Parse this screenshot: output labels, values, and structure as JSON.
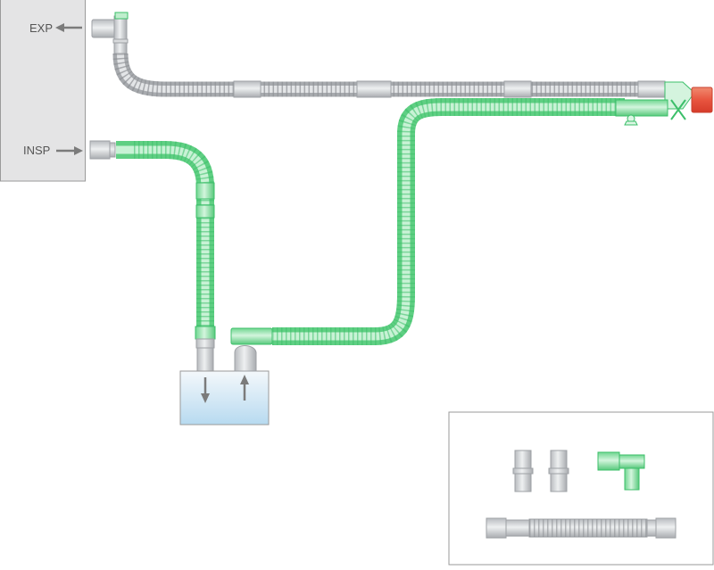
{
  "labels": {
    "exp": "EXP",
    "insp": "INSP"
  },
  "colors": {
    "machine_fill": "#e4e4e5",
    "machine_stroke": "#9a9a9a",
    "grey_tube": "#c9cbce",
    "grey_tube_dark": "#9ea1a5",
    "green_tube": "#8fe0a6",
    "green_tube_dark": "#3cbf6a",
    "humidifier_top": "#f2f7fb",
    "humidifier_bottom": "#bcdcf0",
    "red_cap": "#e8553f",
    "arrow": "#7b7b7b"
  },
  "components": {
    "ventilator": "ventilator-unit",
    "expiratory_limb": "grey-corrugated-tube",
    "inspiratory_limb_1": "green-corrugated-tube",
    "inspiratory_limb_2": "green-corrugated-tube",
    "humidifier": "humidifier-chamber",
    "y_piece": "patient-wye",
    "accessories": [
      "straight-connector",
      "straight-connector",
      "t-connector",
      "extension-tube"
    ]
  }
}
